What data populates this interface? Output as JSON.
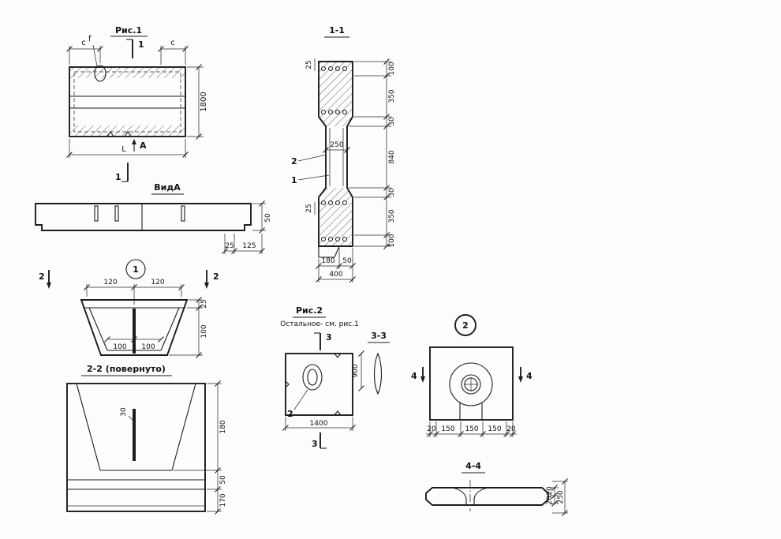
{
  "fig1": {
    "title": "Рис.1",
    "lbl_f": "f",
    "lbl_c_left": "c",
    "lbl_c_right": "c",
    "lbl_sec_top": "1",
    "lbl_sec_bottom": "1",
    "dim_height": "1800",
    "lbl_L": "L",
    "lbl_A": "А"
  },
  "vida": {
    "title": "ВидА",
    "dim_50": "50",
    "dim_25": "25",
    "dim_125": "125",
    "marker_1": "1",
    "lbl_sec2_left": "2",
    "lbl_sec2_right": "2"
  },
  "node1": {
    "dim_120_l": "120",
    "dim_120_r": "120",
    "dim_100_l": "100",
    "dim_100_r": "100",
    "dim_25": "25",
    "dim_100_side": "100"
  },
  "sec22": {
    "title": "2-2 (повернуто)",
    "dim_30": "30",
    "dim_180": "180",
    "dim_50": "50",
    "dim_170": "170"
  },
  "sec11": {
    "title": "1-1",
    "dim_25_top": "25",
    "dim_250": "250",
    "dim_25_bot": "25",
    "lbl_2": "2",
    "lbl_1": "1",
    "right": [
      "100",
      "350",
      "30",
      "840",
      "30",
      "350",
      "100"
    ],
    "dim_180": "180",
    "dim_50": "50",
    "dim_400": "400"
  },
  "fig2": {
    "title": "Рис.2",
    "note": "Остальное- см. рис.1",
    "lbl_sec3_top": "3",
    "lbl_sec3_bottom": "3",
    "lbl_2": "2",
    "dim_1400": "1400",
    "dim_900": "900",
    "sec33_title": "3-3"
  },
  "det2": {
    "marker": "2",
    "lbl_sec4_left": "4",
    "lbl_sec4_right": "4",
    "dims_bottom": [
      "20",
      "150",
      "150",
      "150",
      "20"
    ]
  },
  "sec44": {
    "title": "4-4",
    "dim_20_a": "20",
    "dim_20_b": "20",
    "dim_250": "250"
  }
}
